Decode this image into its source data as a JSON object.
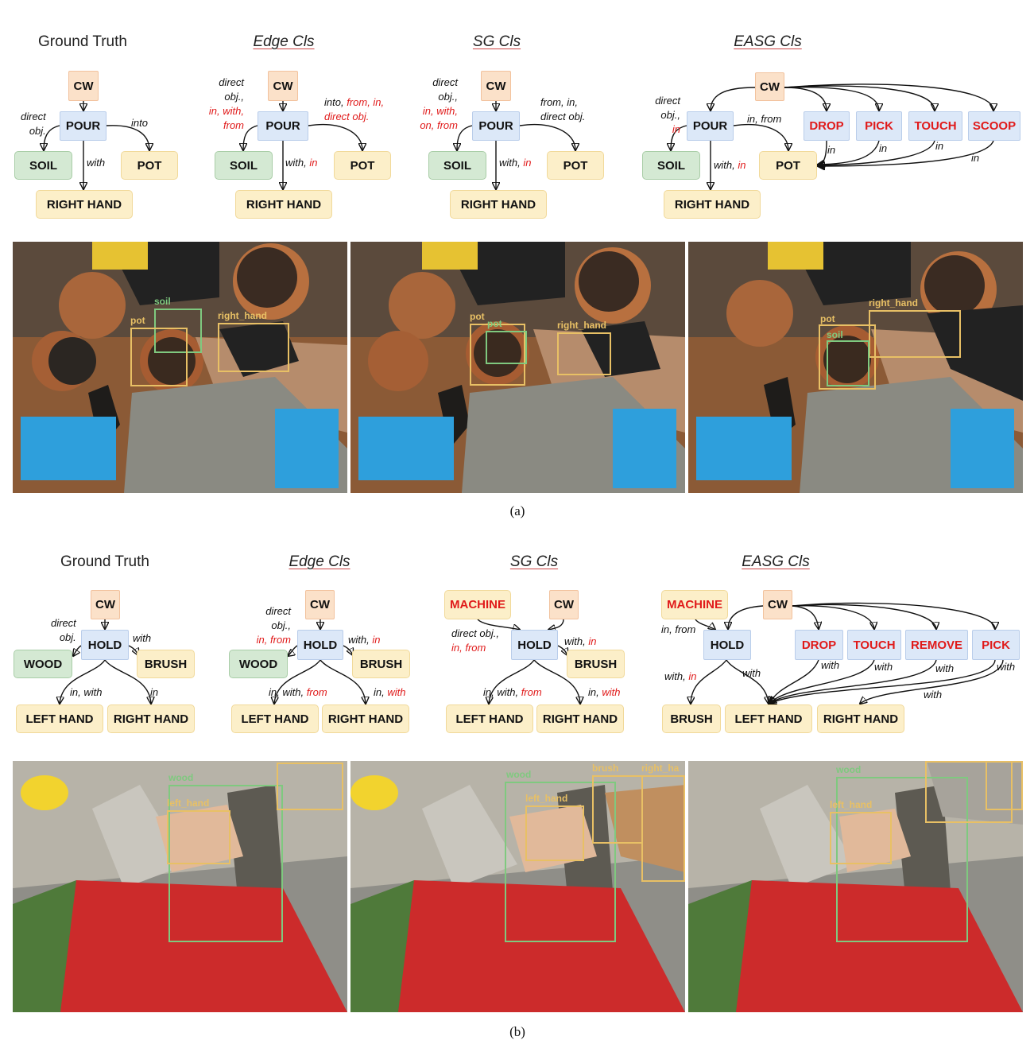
{
  "figure_a": {
    "caption": "(a)",
    "titles": [
      "Ground Truth",
      "Edge Cls",
      "SG Cls",
      "EASG Cls"
    ],
    "nodes": {
      "cw": "CW",
      "pour": "POUR",
      "soil": "SOIL",
      "pot": "POT",
      "right_hand": "RIGHT HAND",
      "drop": "DROP",
      "pick": "PICK",
      "touch": "TOUCH",
      "scoop": "SCOOP"
    },
    "edge_labels": {
      "direct_obj": "direct\nobj.",
      "into": "into",
      "with": "with",
      "edge_left_black": "direct\nobj.,",
      "edge_left_red": "in, with,\nfrom",
      "edge_right_black": "into, ",
      "edge_right_red1": "from, in,",
      "edge_right_red2": "direct obj.",
      "edge_down_black": "with, ",
      "edge_down_red": "in",
      "sg_left_black": "direct\nobj.,",
      "sg_left_red": "in, with,\non, from",
      "sg_right_red": "from, in,\ndirect obj.",
      "easg_left_black": "direct\nobj.,",
      "easg_left_red": "in",
      "easg_right_red": "in, from",
      "easg_in": "in"
    },
    "images": [
      {
        "colors": [
          "#6b4a32",
          "#b06a3d",
          "#2c2a28",
          "#3aa0d8"
        ],
        "boxes": [
          {
            "label": "soil",
            "color": "#7fc97f"
          },
          {
            "label": "pot",
            "color": "#e8c065"
          },
          {
            "label": "right_hand",
            "color": "#e8c065"
          }
        ]
      },
      {
        "colors": [
          "#6b4a32",
          "#b06a3d",
          "#2c2a28",
          "#3aa0d8"
        ],
        "boxes": [
          {
            "label": "pot",
            "color": "#e8c065"
          },
          {
            "label": "pot",
            "color": "#7fc97f"
          },
          {
            "label": "right_hand",
            "color": "#e8c065"
          }
        ]
      },
      {
        "colors": [
          "#6b4a32",
          "#b06a3d",
          "#2c2a28",
          "#3aa0d8"
        ],
        "boxes": [
          {
            "label": "right_hand",
            "color": "#e8c065"
          },
          {
            "label": "pot",
            "color": "#e8c065"
          },
          {
            "label": "soil",
            "color": "#7fc97f"
          }
        ]
      }
    ]
  },
  "figure_b": {
    "caption": "(b)",
    "titles": [
      "Ground Truth",
      "Edge Cls",
      "SG Cls",
      "EASG Cls"
    ],
    "nodes": {
      "cw": "CW",
      "hold": "HOLD",
      "wood": "WOOD",
      "brush": "BRUSH",
      "left_hand": "LEFT HAND",
      "right_hand": "RIGHT HAND",
      "machine": "MACHINE",
      "drop": "DROP",
      "touch": "TOUCH",
      "remove": "REMOVE",
      "pick": "PICK"
    },
    "edge_labels": {
      "gt_direct_obj": "direct\nobj.",
      "gt_with": "with",
      "gt_in_with": "in, with",
      "gt_in": "in",
      "e_left_black": "direct\nobj.,",
      "e_left_red": "in, from",
      "e_with_black": "with, ",
      "e_with_red": "in",
      "e_lh_black": "in, with, ",
      "e_lh_red": "from",
      "e_rh_black": "in, ",
      "e_rh_red": "with",
      "sg_left_black": "direct obj.,",
      "sg_left_red": "in, from",
      "sg_with_black": "with, ",
      "sg_with_red": "in",
      "sg_lh_black": "in, with, ",
      "sg_lh_red": "from",
      "sg_rh_black": "in, ",
      "sg_rh_red": "with",
      "easg_machine_red": "in, from",
      "easg_brush_black": "with, ",
      "easg_brush_red": "in",
      "easg_with": "with",
      "easg_red_with": "with"
    },
    "images": [
      {
        "colors": [
          "#8a8a86",
          "#cc2b2b",
          "#5d5a52",
          "#c9b08f"
        ],
        "boxes": [
          {
            "label": "wood",
            "color": "#7fc97f"
          },
          {
            "label": "left_hand",
            "color": "#e8c065"
          }
        ]
      },
      {
        "colors": [
          "#8a8a86",
          "#cc2b2b",
          "#5d5a52",
          "#c9b08f"
        ],
        "boxes": [
          {
            "label": "wood",
            "color": "#7fc97f"
          },
          {
            "label": "brush",
            "color": "#e8c065"
          },
          {
            "label": "right_ha",
            "color": "#e8c065"
          },
          {
            "label": "left_hand",
            "color": "#e8c065"
          }
        ]
      },
      {
        "colors": [
          "#8a8a86",
          "#cc2b2b",
          "#5d5a52",
          "#c9b08f"
        ],
        "boxes": [
          {
            "label": "wood",
            "color": "#7fc97f"
          },
          {
            "label": "left_hand",
            "color": "#e8c065"
          }
        ]
      }
    ]
  }
}
